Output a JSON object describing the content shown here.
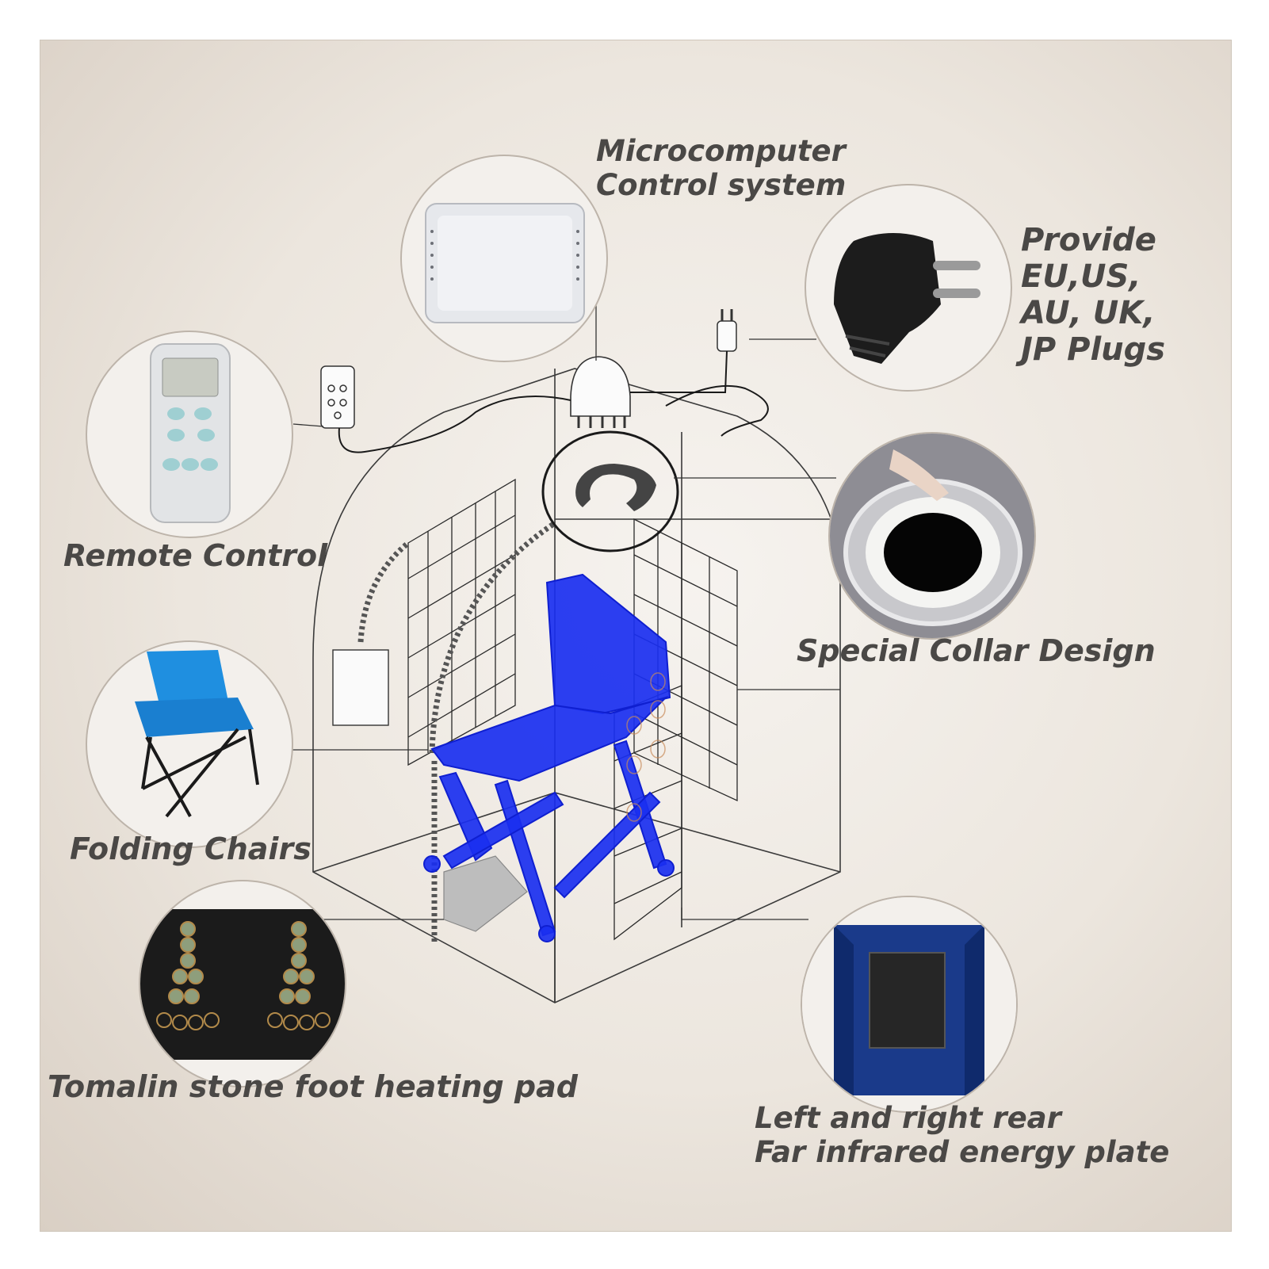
{
  "labels": {
    "microcomputer": [
      "Microcomputer",
      "Control system"
    ],
    "plugs": [
      "Provide",
      "EU,US,",
      "AU, UK,",
      "JP Plugs"
    ],
    "remote": "Remote Control",
    "collar": "Special Collar Design",
    "chairs": "Folding Chairs",
    "foot_pad": "Tomalin stone foot heating pad",
    "energy_plate": [
      "Left and right rear",
      "Far infrared energy plate"
    ]
  },
  "colors": {
    "background": "#ece6de",
    "label_text": "#4a4846",
    "chair_blue": "#1a2ff0",
    "line_art": "#3a3a3a"
  },
  "icons": [
    "controller-box-icon",
    "plug-icon",
    "remote-icon",
    "collar-icon",
    "folding-chair-icon",
    "foot-pad-icon",
    "energy-plate-icon"
  ]
}
